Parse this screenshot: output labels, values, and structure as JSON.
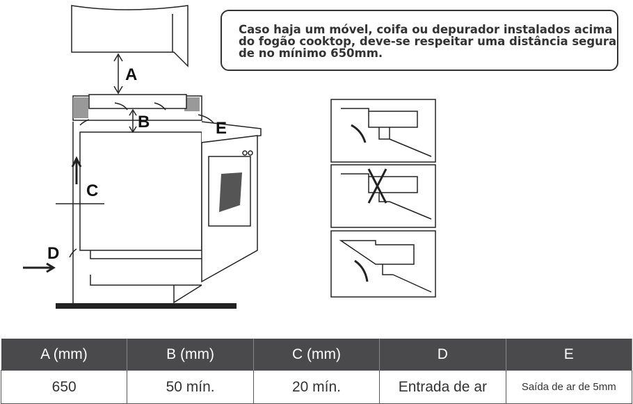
{
  "note": "Caso haja um móvel, coifa ou depurador instalados acima do fogão cooktop, deve-se respeitar uma distância segura de no mínimo 650mm.",
  "diagram_labels": {
    "a": "A",
    "b": "B",
    "c": "C",
    "d": "D",
    "e": "E"
  },
  "table": {
    "headers": [
      "A (mm)",
      "B (mm)",
      "C (mm)",
      "D",
      "E"
    ],
    "values": [
      "650",
      "50 mín.",
      "20 mín.",
      "Entrada de ar",
      "Saída de ar de 5mm"
    ]
  }
}
